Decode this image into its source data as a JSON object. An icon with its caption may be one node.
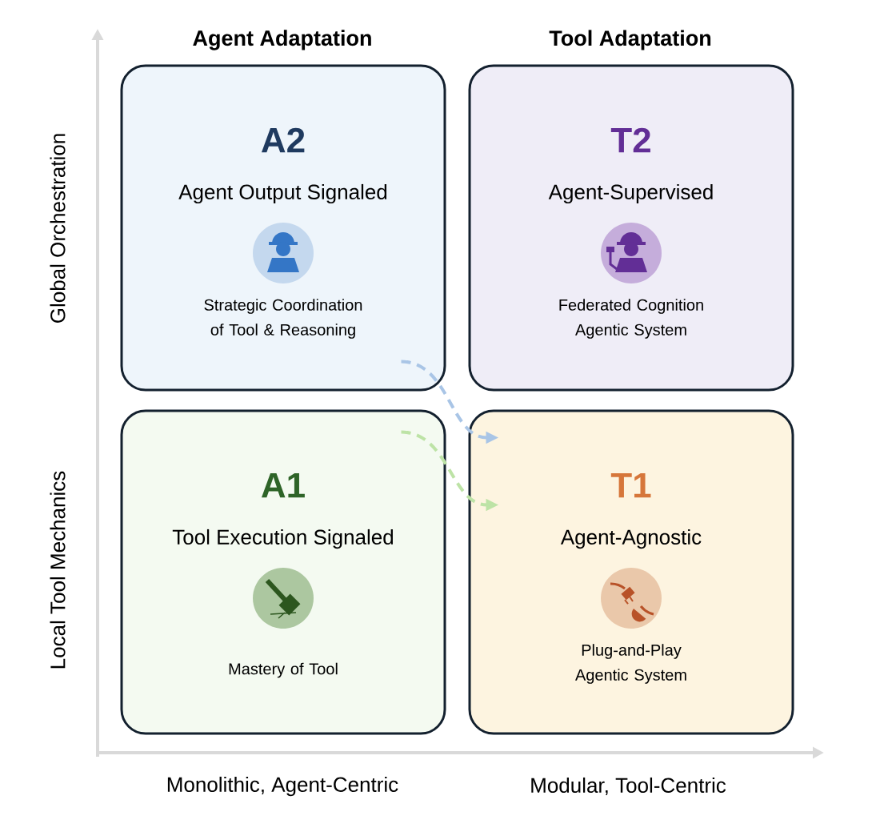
{
  "diagram": {
    "nodes": [
      {
        "text": [
          "A2",
          "Agent Output Signaled",
          "Strategic Coordination of Tool & Reasoning"
        ]
      },
      {
        "text": [
          "T2",
          "Agent-Supervised",
          "Federated Cognition Agentic System"
        ]
      },
      {
        "text": [
          "A1",
          "Tool Execution Signaled",
          "Mastery of Tool"
        ]
      },
      {
        "text": [
          "T1",
          "Agent-Agnostic",
          "Plug-and-Play Agentic System"
        ]
      }
    ],
    "edges": [
      {
        "from": 0,
        "to": 3,
        "arrow": "to",
        "style": "dashed",
        "color": "#a9c5e6"
      },
      {
        "from": 2,
        "to": 3,
        "arrow": "to",
        "style": "dashed",
        "color": "#bde3a6"
      }
    ],
    "labels": [
      "Agent Adaptation",
      "Tool Adaptation",
      "Global Orchestration",
      "Local Tool Mechanics",
      "Monolithic, Agent-Centric",
      "Modular, Tool-Centric"
    ]
  }
}
